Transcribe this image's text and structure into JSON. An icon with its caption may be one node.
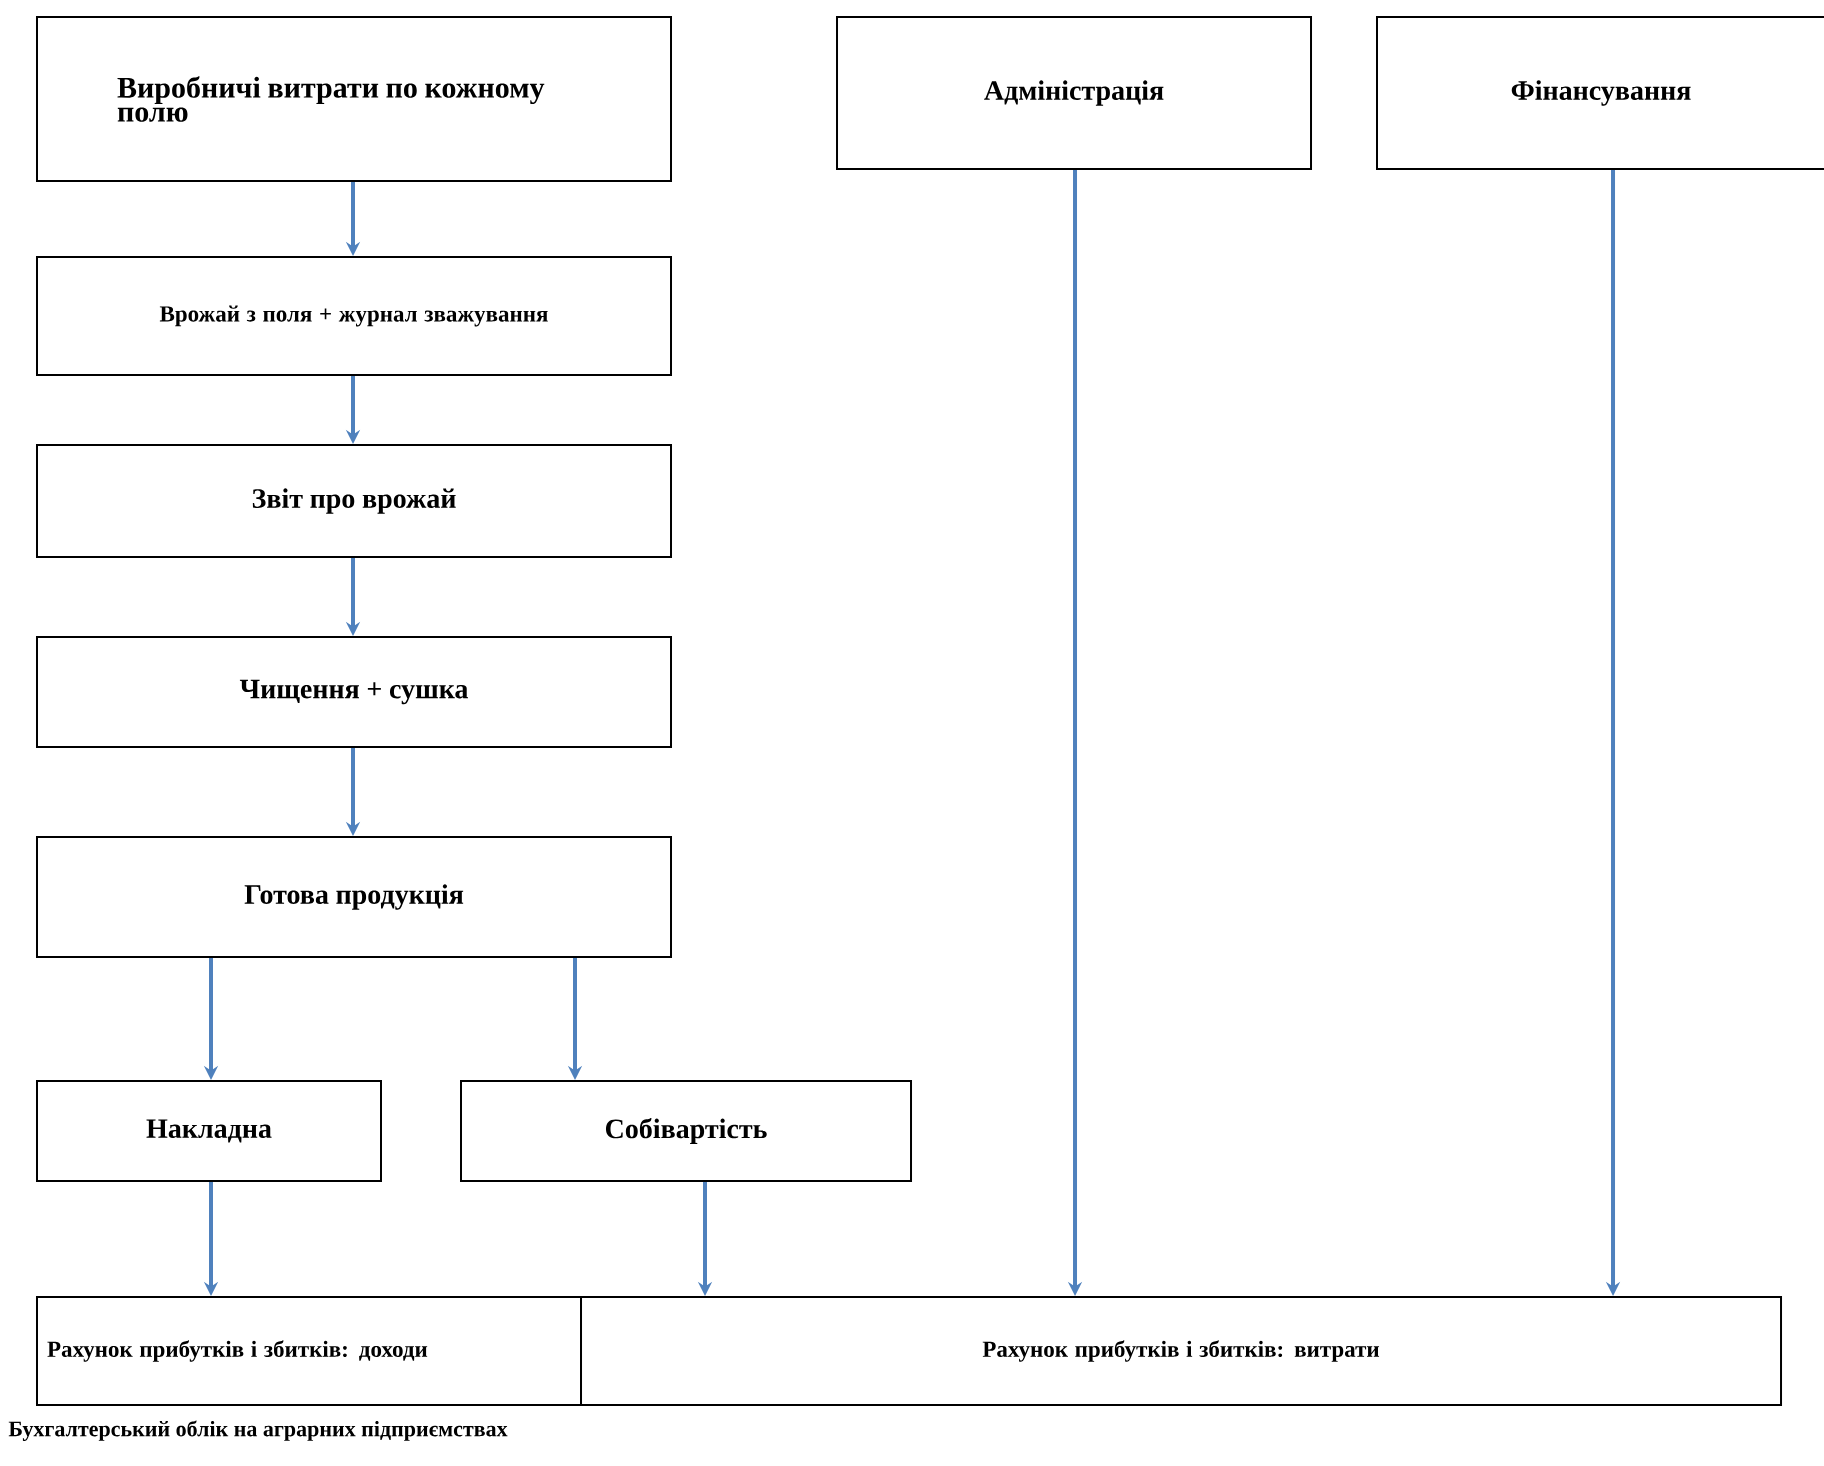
{
  "diagram": {
    "caption": "Бухгалтерський облік на аграрних підприємствах",
    "nodes": [
      {
        "text": [
          "Виробничі витрати по кожному полю"
        ]
      },
      {
        "text": [
          "Адміністрація"
        ]
      },
      {
        "text": [
          "Фінансування"
        ]
      },
      {
        "text": [
          "Врожай з поля + журнал зважування"
        ]
      },
      {
        "text": [
          "Звіт про врожай"
        ]
      },
      {
        "text": [
          "Чищення + сушка"
        ]
      },
      {
        "text": [
          "Готова продукція"
        ]
      },
      {
        "text": [
          "Накладна"
        ]
      },
      {
        "text": [
          "Собівартість"
        ]
      },
      {
        "text": [
          "Рахунок прибутків і збитків: доходи"
        ]
      },
      {
        "text": [
          "Рахунок прибутків і збитків: витрати"
        ]
      }
    ],
    "edges": [
      {
        "from": 0,
        "to": 3,
        "arrow": "to"
      },
      {
        "from": 3,
        "to": 4,
        "arrow": "to"
      },
      {
        "from": 4,
        "to": 5,
        "arrow": "to"
      },
      {
        "from": 5,
        "to": 6,
        "arrow": "to"
      },
      {
        "from": 6,
        "to": 7,
        "arrow": "to"
      },
      {
        "from": 6,
        "to": 8,
        "arrow": "to"
      },
      {
        "from": 7,
        "to": 9,
        "arrow": "to"
      },
      {
        "from": 8,
        "to": 10,
        "arrow": "to"
      },
      {
        "from": 1,
        "to": 10,
        "arrow": "to"
      },
      {
        "from": 2,
        "to": 10,
        "arrow": "to"
      }
    ]
  }
}
